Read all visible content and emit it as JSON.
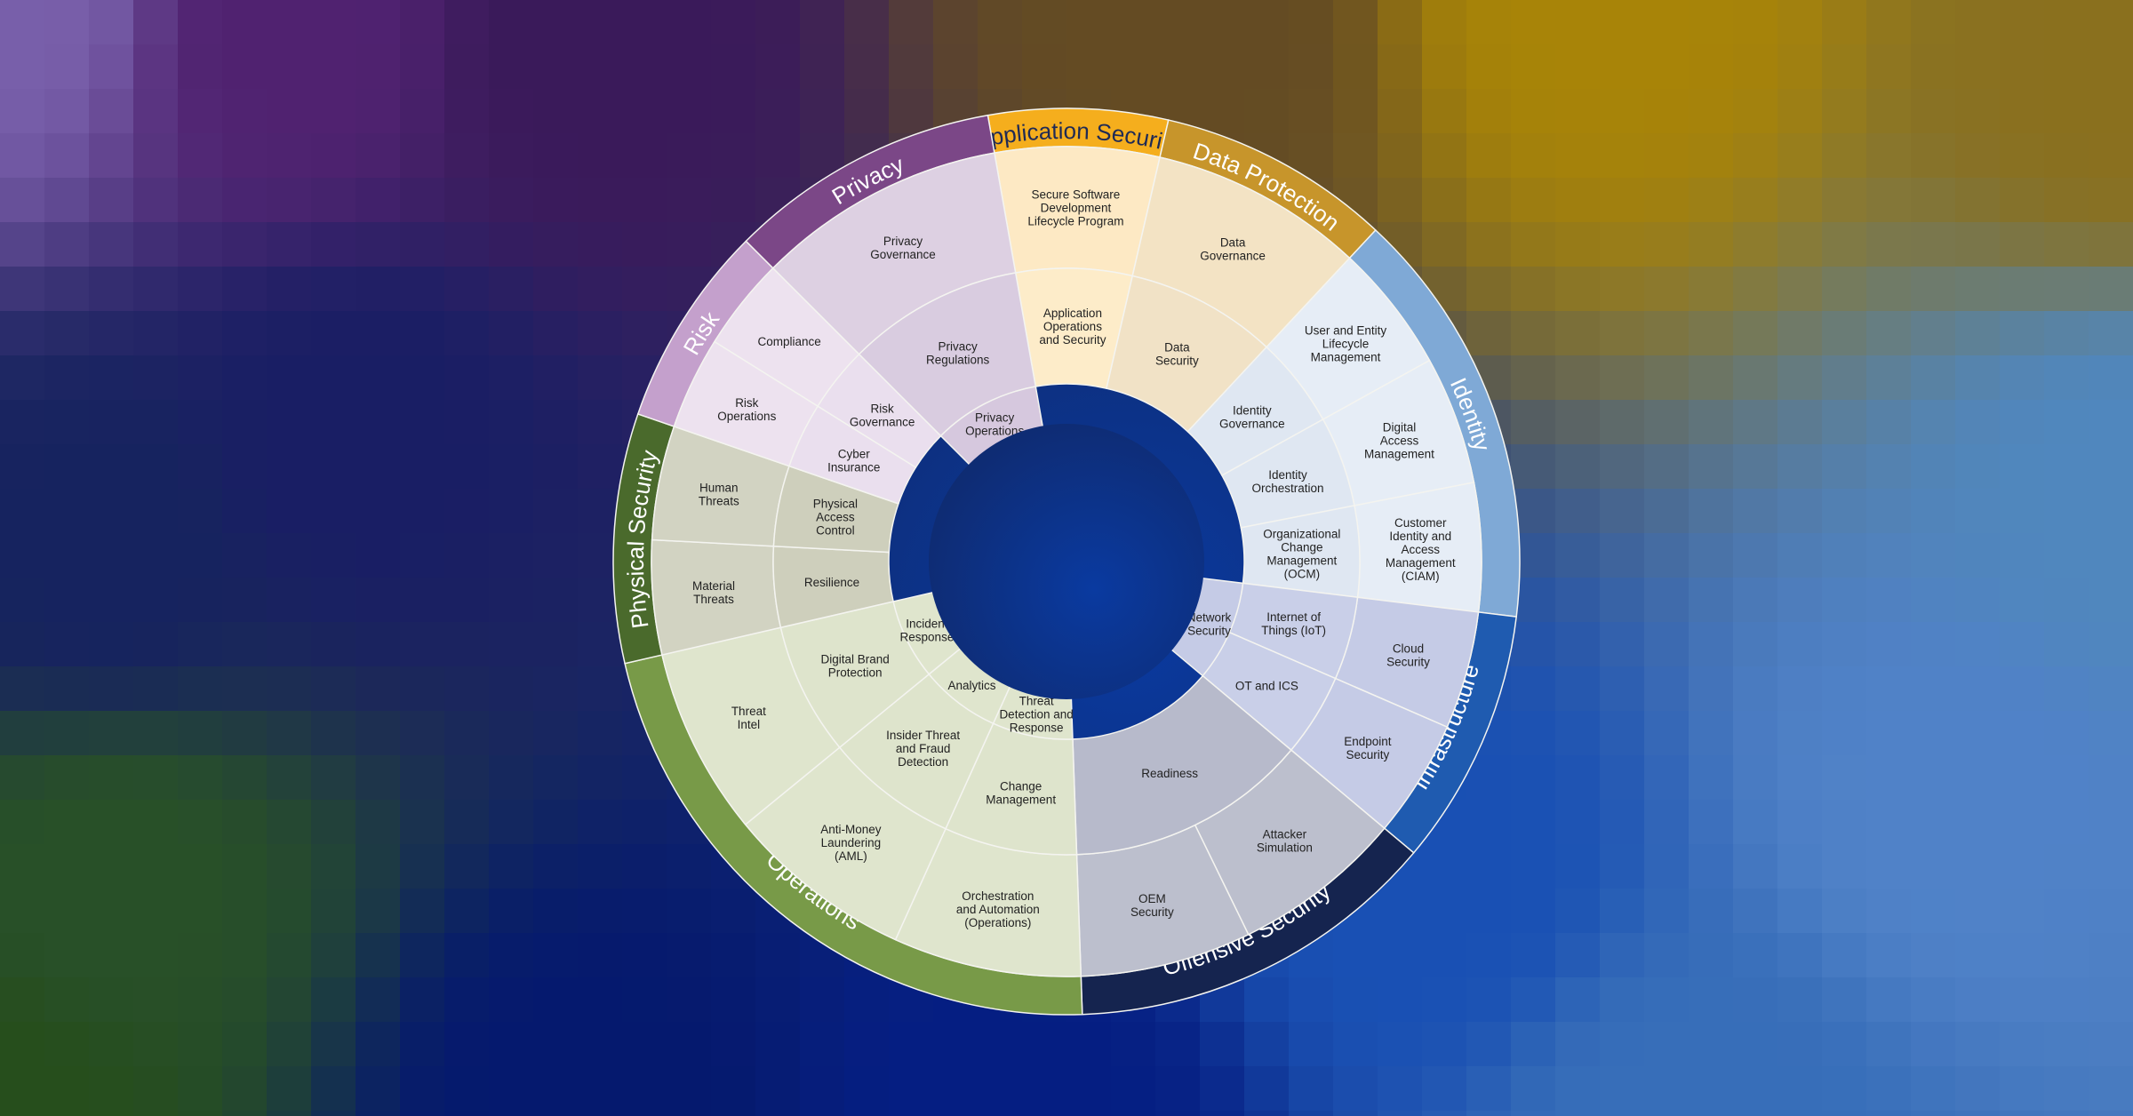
{
  "domains": [
    {
      "id": "application-security",
      "label": "Application Security",
      "band_color": "#f5ae1d",
      "text_color": "#1f2a55",
      "rings": [
        [
          {
            "label": "Secure Software\nDevelopment\nLifecycle Program"
          }
        ],
        [
          {
            "label": "Application\nOperations\nand Security"
          }
        ]
      ]
    },
    {
      "id": "data-protection",
      "label": "Data Protection",
      "band_color": "#c7952b",
      "text_color": "#ffffff",
      "rings": [
        [
          {
            "label": "Data\nGovernance"
          }
        ],
        [
          {
            "label": "Data\nSecurity"
          }
        ]
      ]
    },
    {
      "id": "identity",
      "label": "Identity",
      "band_color": "#7fa9d6",
      "text_color": "#ffffff",
      "rings": [
        [
          {
            "label": "User and Entity\nLifecycle\nManagement"
          },
          {
            "label": "Digital\nAccess\nManagement"
          },
          {
            "label": "Customer\nIdentity and\nAccess\nManagement\n(CIAM)"
          }
        ],
        [
          {
            "label": "Identity\nGovernance"
          },
          {
            "label": "Identity\nOrchestration"
          },
          {
            "label": "Organizational\nChange\nManagement\n(OCM)"
          }
        ]
      ]
    },
    {
      "id": "infrastructure",
      "label": "Infrastructure",
      "band_color": "#1f5bb0",
      "text_color": "#ffffff",
      "rings": [
        [
          {
            "label": "Cloud\nSecurity"
          },
          {
            "label": "Endpoint\nSecurity"
          }
        ],
        [
          {
            "label": "Internet of\nThings (IoT)"
          },
          {
            "label": "OT and ICS"
          }
        ],
        [
          {
            "label": "Network\nSecurity"
          }
        ]
      ]
    },
    {
      "id": "offensive-security",
      "label": "Offensive Security",
      "band_color": "#15244f",
      "text_color": "#ffffff",
      "rings": [
        [
          {
            "label": "Attacker\nSimulation"
          },
          {
            "label": "OEM\nSecurity"
          }
        ],
        [
          {
            "label": "Readiness"
          }
        ]
      ]
    },
    {
      "id": "operations",
      "label": "Operations",
      "band_color": "#789a48",
      "text_color": "#ffffff",
      "rings": [
        [
          {
            "label": "Orchestration\nand Automation\n(Operations)"
          },
          {
            "label": "Anti-Money\nLaundering\n(AML)"
          },
          {
            "label": "Threat\nIntel"
          }
        ],
        [
          {
            "label": "Change\nManagement"
          },
          {
            "label": "Insider Threat\nand Fraud\nDetection"
          },
          {
            "label": "Digital Brand\nProtection"
          }
        ],
        [
          {
            "label": "Threat\nDetection and\nResponse"
          },
          {
            "label": "Analytics"
          },
          {
            "label": "Incident\nResponse"
          }
        ]
      ]
    },
    {
      "id": "physical-security",
      "label": "Physical Security",
      "band_color": "#4a6a2c",
      "text_color": "#ffffff",
      "rings": [
        [
          {
            "label": "Material\nThreats"
          },
          {
            "label": "Human\nThreats"
          }
        ],
        [
          {
            "label": "Resilience"
          },
          {
            "label": "Physical\nAccess\nControl"
          }
        ]
      ]
    },
    {
      "id": "risk",
      "label": "Risk",
      "band_color": "#c4a0cc",
      "text_color": "#ffffff",
      "rings": [
        [
          {
            "label": "Risk\nOperations"
          },
          {
            "label": "Compliance"
          }
        ],
        [
          {
            "label": "Cyber\nInsurance"
          },
          {
            "label": "Risk\nGovernance"
          }
        ]
      ]
    },
    {
      "id": "privacy",
      "label": "Privacy",
      "band_color": "#7b4787",
      "text_color": "#ffffff",
      "rings": [
        [
          {
            "label": "Privacy\nGovernance"
          }
        ],
        [
          {
            "label": "Privacy\nRegulations"
          }
        ],
        [
          {
            "label": "Privacy\nOperations"
          }
        ]
      ]
    }
  ]
}
